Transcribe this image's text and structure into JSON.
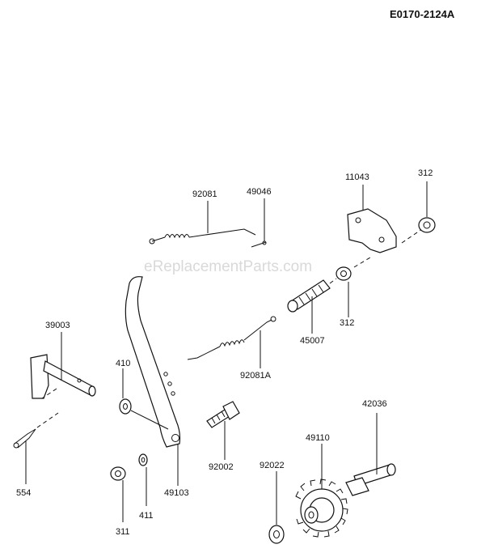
{
  "diagram_code": "E0170-2124A",
  "watermark": "eReplacementParts.com",
  "parts": {
    "p92081": "92081",
    "p49046": "49046",
    "p11043": "11043",
    "p312_top": "312",
    "p312_mid": "312",
    "p45007": "45007",
    "p39003": "39003",
    "p410": "410",
    "p92081A": "92081A",
    "p42036": "42036",
    "p49110": "49110",
    "p92002": "92002",
    "p92022": "92022",
    "p554": "554",
    "p311": "311",
    "p411": "411",
    "p49103": "49103"
  }
}
